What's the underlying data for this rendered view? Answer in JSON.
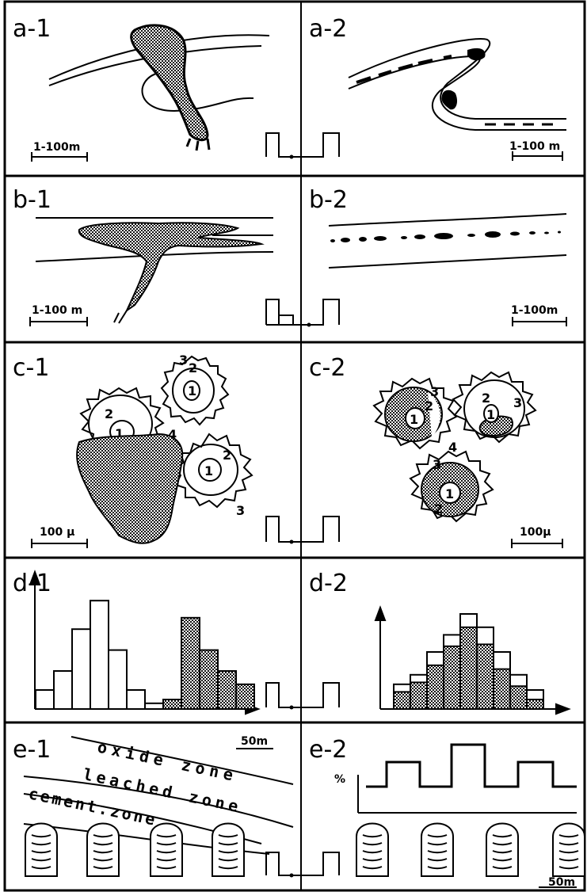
{
  "panels": {
    "a1": {
      "label": "a-1",
      "scale": "1-100m"
    },
    "a2": {
      "label": "a-2",
      "scale": "1-100 m"
    },
    "b1": {
      "label": "b-1",
      "scale": "1-100 m"
    },
    "b2": {
      "label": "b-2",
      "scale": "1-100m"
    },
    "c1": {
      "label": "c-1",
      "scale": "100 μ",
      "rings": [
        "1",
        "2",
        "3",
        "4"
      ]
    },
    "c2": {
      "label": "c-2",
      "scale": "100μ",
      "rings": [
        "1",
        "2",
        "3",
        "4"
      ]
    },
    "d1": {
      "label": "d-1"
    },
    "d2": {
      "label": "d-2"
    },
    "e1": {
      "label": "e-1",
      "scale": "50m",
      "zones": [
        "oxide zone",
        "leached zone",
        "cement.zone"
      ]
    },
    "e2": {
      "label": "e-2",
      "scale": "50m",
      "y_unit": "%"
    }
  },
  "chart_data": [
    {
      "type": "bar",
      "panel": "d-1",
      "series": [
        {
          "fill": "open",
          "values": [
            1.0,
            2.0,
            4.2,
            5.7,
            3.1,
            1.0,
            0.3
          ]
        },
        {
          "fill": "hatched",
          "values": [
            0.5,
            4.8,
            3.1,
            2.0,
            1.3
          ]
        }
      ]
    },
    {
      "type": "bar",
      "panel": "d-2",
      "series": [
        {
          "fill": "open",
          "values": [
            1.3,
            1.8,
            3.0,
            3.9,
            5.0,
            4.3,
            3.0,
            1.8,
            1.0
          ]
        },
        {
          "fill": "hatched",
          "values": [
            0.9,
            1.4,
            2.3,
            3.3,
            4.3,
            3.4,
            2.1,
            1.2,
            0.5
          ]
        }
      ]
    }
  ]
}
